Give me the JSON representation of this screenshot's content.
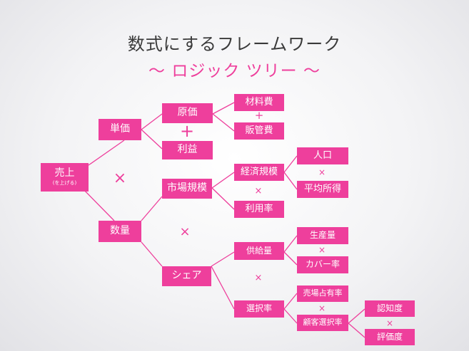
{
  "header": {
    "title": "数式にするフレームワーク",
    "subtitle": "〜 ロジック ツリー 〜"
  },
  "colors": {
    "accent": "#ee3f9c",
    "title": "#3a3a3a"
  },
  "nodes": {
    "uriage": "売上",
    "uriage_sub": "(を上げる)",
    "tanka": "単価",
    "suryo": "数量",
    "genka": "原価",
    "rieki": "利益",
    "zairyohi": "材料費",
    "hankanhi": "販管費",
    "shijo_kibo": "市場規模",
    "share": "シェア",
    "keizai_kibo": "経済規模",
    "riyoritsu": "利用率",
    "jinko": "人口",
    "heikin_shotoku": "平均所得",
    "kyokyuryo": "供給量",
    "sentakuritsu": "選択率",
    "seisanryo": "生産量",
    "kabaritsu": "カバー率",
    "uriba_senyuritsu": "売場占有率",
    "kokyaku_sentakuritsu": "顧客選択率",
    "ninchido": "認知度",
    "hyokado": "評価度"
  },
  "operators": {
    "plus": "+",
    "times": "×"
  }
}
